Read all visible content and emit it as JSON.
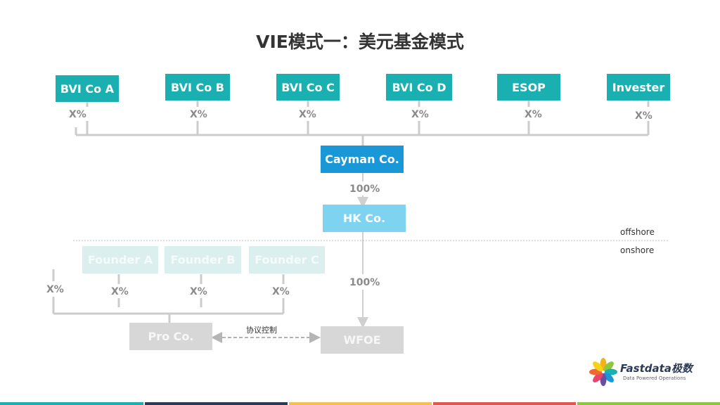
{
  "title": "VIE模式一：美元基金模式",
  "investors": [
    {
      "label": "BVI Co A",
      "pct": "X%"
    },
    {
      "label": "BVI Co B",
      "pct": "X%"
    },
    {
      "label": "BVI Co C",
      "pct": "X%"
    },
    {
      "label": "BVI Co D",
      "pct": "X%"
    },
    {
      "label": "ESOP",
      "pct": "X%"
    },
    {
      "label": "Invester",
      "pct": "X%"
    }
  ],
  "cayman": {
    "label": "Cayman Co."
  },
  "cayman_to_hk_pct": "100%",
  "hk": {
    "label": "HK Co."
  },
  "hk_to_wfoe_pct": "100%",
  "zones": {
    "offshore": "offshore",
    "onshore": "onshore"
  },
  "founders": [
    {
      "label": "Founder A",
      "pct": "X%"
    },
    {
      "label": "Founder B",
      "pct": "X%"
    },
    {
      "label": "Founder C",
      "pct": "X%"
    }
  ],
  "other_pct": "X%",
  "proco": {
    "label": "Pro Co."
  },
  "wfoe": {
    "label": "WFOE"
  },
  "agreement_label": "协议控制",
  "logo": {
    "name": "Fastdata极数",
    "tagline": "Data Powered Operations"
  },
  "colors": {
    "teal": "#1ab0b1",
    "blue": "#1a97d6",
    "light_blue": "#7ed3f0",
    "grey": "#d7d7d7"
  }
}
